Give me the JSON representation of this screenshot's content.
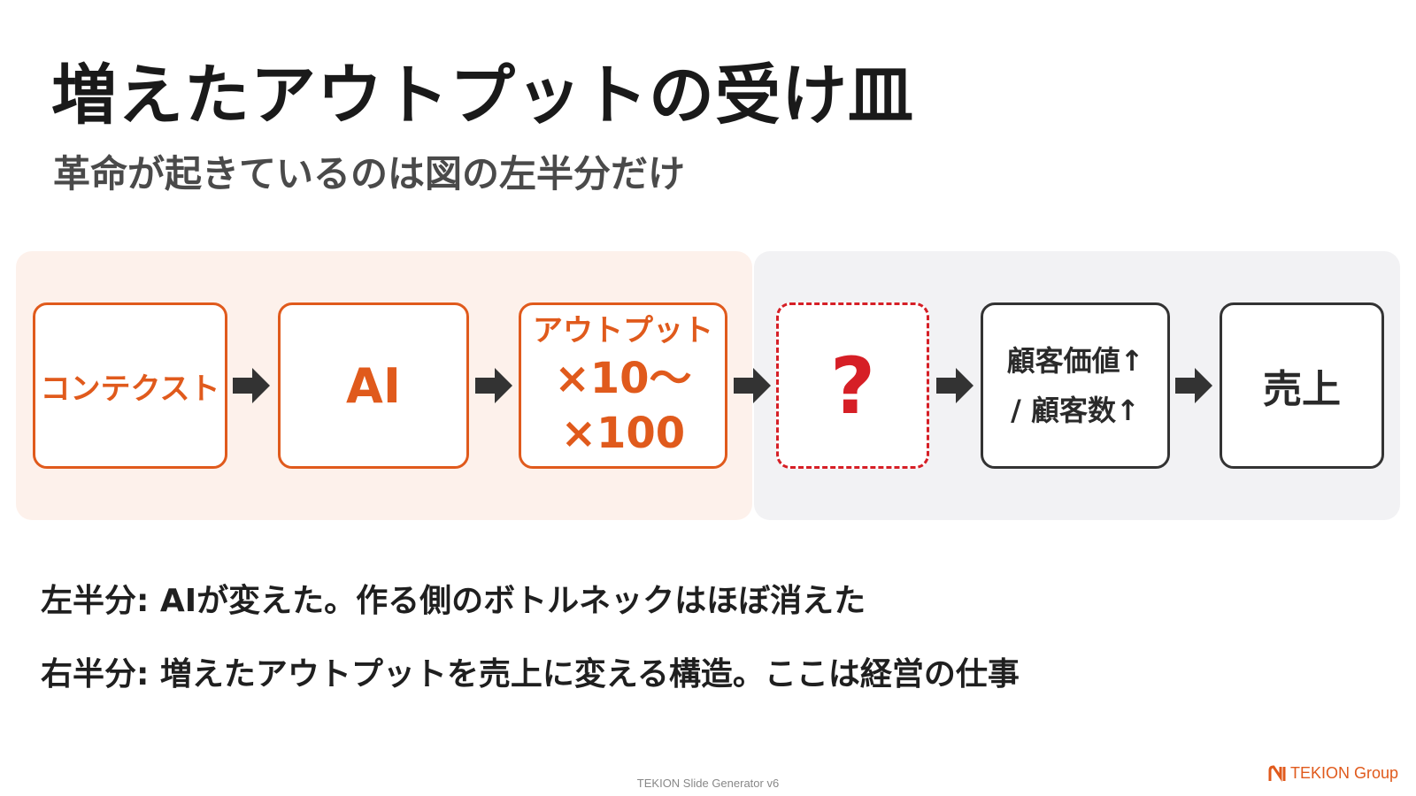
{
  "title": "増えたアウトプットの受け皿",
  "subtitle": "革命が起きているのは図の左半分だけ",
  "flow": {
    "step1": "コンテクスト",
    "step2": "AI",
    "step3_line1": "アウトプット",
    "step3_line2": "×10〜×100",
    "step4": "?",
    "step5_line1": "顧客価値↑",
    "step5_line2": "/ 顧客数↑",
    "step6": "売上"
  },
  "notes": {
    "left": "左半分: AIが変えた。作る側のボトルネックはほぼ消えた",
    "right": "右半分: 増えたアウトプットを売上に変える構造。ここは経営の仕事"
  },
  "footer": "TEKION Slide Generator v6",
  "logo_text": "TEKION Group",
  "colors": {
    "accent_orange": "#e05a1c",
    "accent_red": "#d61f26",
    "left_panel_bg": "#fdf1eb",
    "right_panel_bg": "#f2f2f4"
  },
  "icons": [
    "arrow-right-icon",
    "tekion-logo-icon"
  ]
}
